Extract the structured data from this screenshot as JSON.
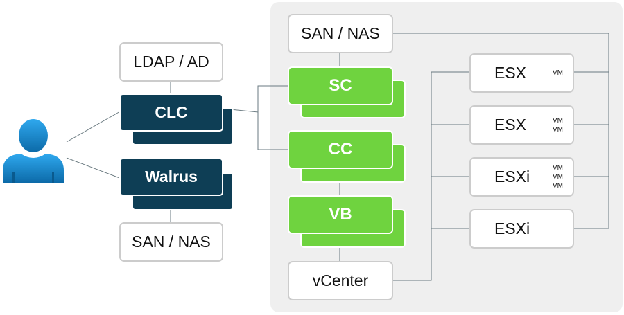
{
  "nodes": {
    "ldap": "LDAP / AD",
    "clc": "CLC",
    "walrus": "Walrus",
    "san_left": "SAN / NAS",
    "san_top": "SAN / NAS",
    "sc": "SC",
    "cc": "CC",
    "vb": "VB",
    "vcenter": "vCenter"
  },
  "hosts": [
    {
      "label": "ESX",
      "vms": [
        "VM"
      ]
    },
    {
      "label": "ESX",
      "vms": [
        "VM",
        "VM"
      ]
    },
    {
      "label": "ESXi",
      "vms": [
        "VM",
        "VM",
        "VM"
      ]
    },
    {
      "label": "ESXi",
      "vms": []
    }
  ],
  "colors": {
    "dark": "#0e3e55",
    "green": "#6fd33f",
    "user_blue": "#1a8fd6",
    "panel": "#efefef",
    "line": "#6a7a80"
  },
  "icons": {
    "user": "user-icon"
  }
}
